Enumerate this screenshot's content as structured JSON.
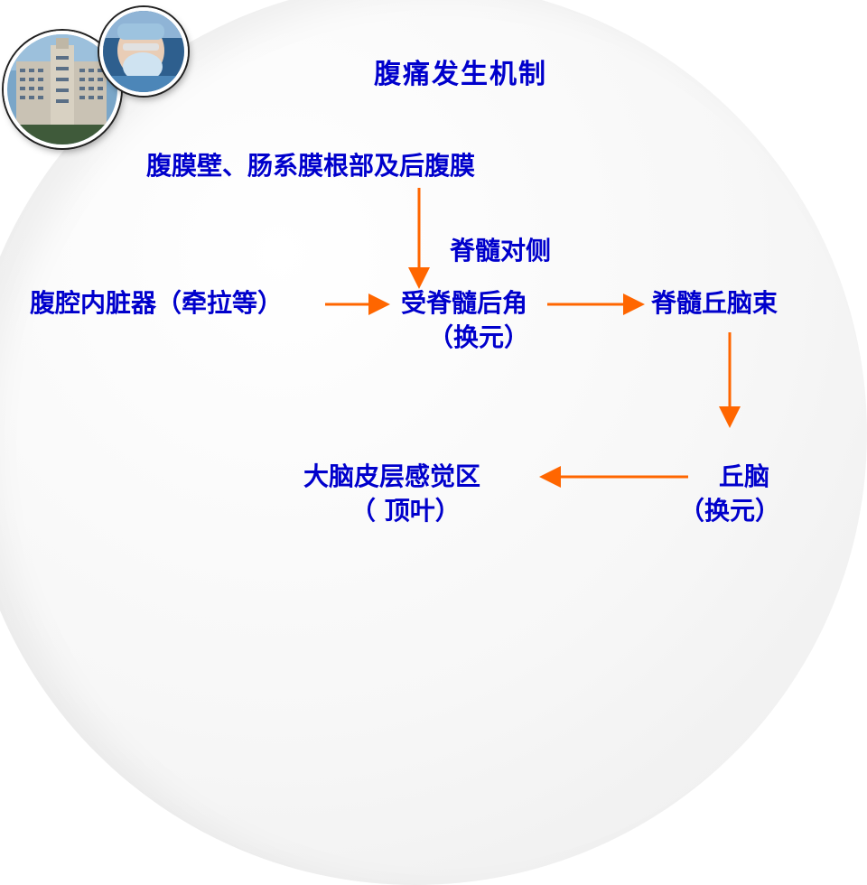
{
  "title": "腹痛发生机制",
  "nodes": {
    "peritoneum": "腹膜壁、肠系膜根部及后腹膜",
    "contralateral": "脊髓对侧",
    "viscera": "腹腔内脏器（牵拉等）",
    "dorsal_horn_line1": "受脊髓后角",
    "dorsal_horn_line2": "（换元）",
    "tract": "脊髓丘脑束",
    "thalamus_line1": "丘脑",
    "thalamus_line2": "（换元）",
    "cortex_line1": "大脑皮层感觉区",
    "cortex_line2": "（ 顶叶）"
  },
  "colors": {
    "text": "#0000cc",
    "arrow": "#ff6600"
  },
  "icons": [
    "hospital-building-photo",
    "surgeon-photo"
  ]
}
